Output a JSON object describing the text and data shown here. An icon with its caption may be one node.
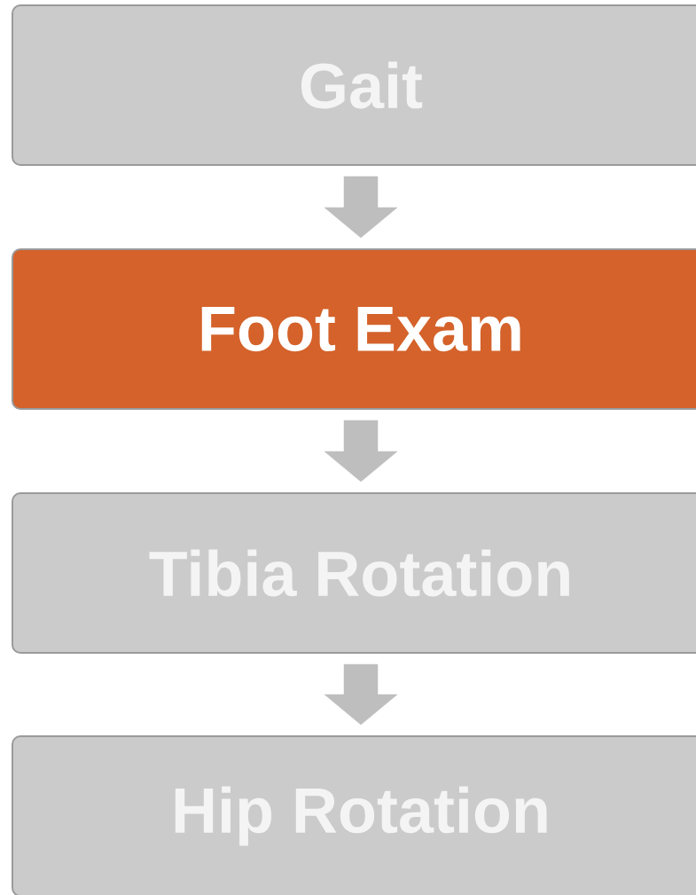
{
  "diagram": {
    "nodes": [
      {
        "text": [
          "Gait"
        ]
      },
      {
        "text": [
          "Foot Exam"
        ]
      },
      {
        "text": [
          "Tibia Rotation"
        ]
      },
      {
        "text": [
          "Hip Rotation"
        ]
      }
    ],
    "edges": [
      {
        "from": 0,
        "to": 1,
        "arrow": "to"
      },
      {
        "from": 1,
        "to": 2,
        "arrow": "to"
      },
      {
        "from": 2,
        "to": 3,
        "arrow": "to"
      }
    ]
  }
}
